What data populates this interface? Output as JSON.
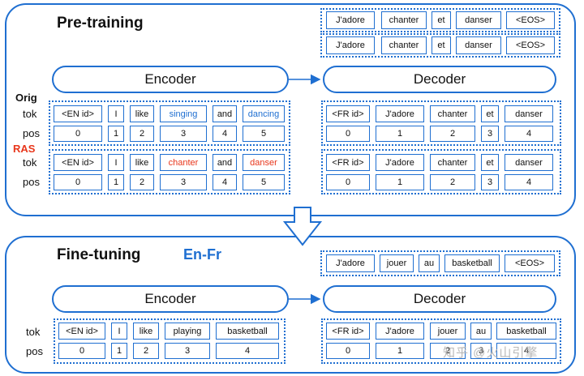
{
  "pretraining": {
    "title": "Pre-training",
    "encoder": "Encoder",
    "decoder": "Decoder",
    "row_labels": {
      "orig": "Orig",
      "tok": "tok",
      "pos": "pos",
      "ras": "RAS"
    },
    "targets": [
      [
        "J'adore",
        "chanter",
        "et",
        "danser",
        "<EOS>"
      ],
      [
        "J'adore",
        "chanter",
        "et",
        "danser",
        "<EOS>"
      ]
    ],
    "orig": {
      "enc_tok": [
        "<EN id>",
        "I",
        "like",
        "singing",
        "and",
        "dancing"
      ],
      "enc_pos": [
        "0",
        "1",
        "2",
        "3",
        "4",
        "5"
      ],
      "dec_tok": [
        "<FR id>",
        "J'adore",
        "chanter",
        "et",
        "danser"
      ],
      "dec_pos": [
        "0",
        "1",
        "2",
        "3",
        "4"
      ]
    },
    "ras": {
      "enc_tok": [
        "<EN id>",
        "I",
        "like",
        "chanter",
        "and",
        "danser"
      ],
      "enc_pos": [
        "0",
        "1",
        "2",
        "3",
        "4",
        "5"
      ],
      "dec_tok": [
        "<FR id>",
        "J'adore",
        "chanter",
        "et",
        "danser"
      ],
      "dec_pos": [
        "0",
        "1",
        "2",
        "3",
        "4"
      ]
    }
  },
  "finetuning": {
    "title": "Fine-tuning",
    "subtitle": "En-Fr",
    "encoder": "Encoder",
    "decoder": "Decoder",
    "row_labels": {
      "tok": "tok",
      "pos": "pos"
    },
    "target": [
      "J'adore",
      "jouer",
      "au",
      "basketball",
      "<EOS>"
    ],
    "enc_tok": [
      "<EN id>",
      "I",
      "like",
      "playing",
      "basketball"
    ],
    "enc_pos": [
      "0",
      "1",
      "2",
      "3",
      "4"
    ],
    "dec_tok": [
      "<FR id>",
      "J'adore",
      "jouer",
      "au",
      "basketball"
    ],
    "dec_pos": [
      "0",
      "1",
      "2",
      "3",
      "4"
    ]
  },
  "watermark": "知乎 @火山引擎",
  "colors": {
    "accent": "#1f6fd1",
    "highlight": "#e8361b"
  }
}
